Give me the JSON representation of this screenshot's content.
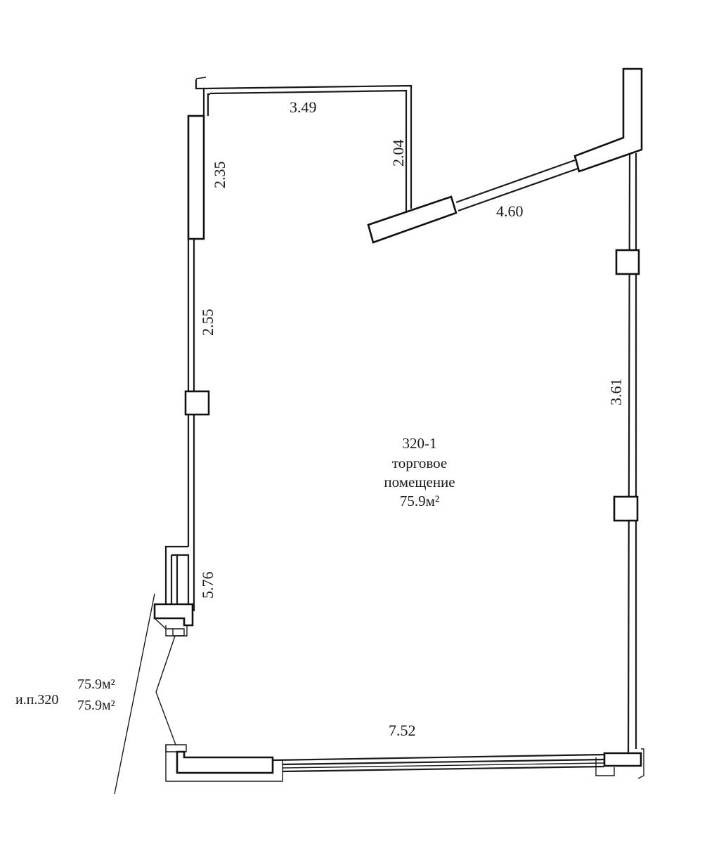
{
  "room": {
    "id": "320-1",
    "type_line1": "торговое",
    "type_line2": "помещение",
    "area": "75.9м²"
  },
  "dimensions": {
    "top": "3.49",
    "top_right_drop": "2.04",
    "diagonal": "4.60",
    "left_upper": "2.35",
    "left_middle": "2.55",
    "left_lower": "5.76",
    "right": "3.61",
    "bottom": "7.52"
  },
  "summary": {
    "label": "и.п.320",
    "area_1": "75.9м²",
    "area_2": "75.9м²"
  }
}
